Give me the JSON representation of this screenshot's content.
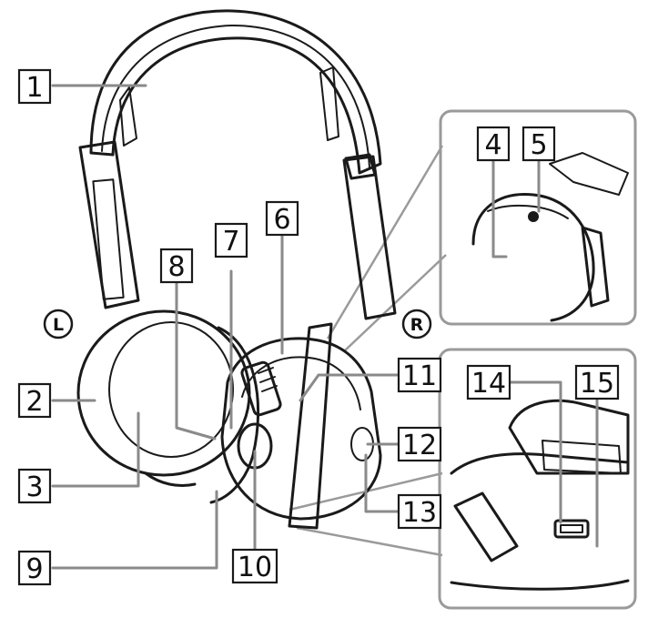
{
  "side_labels": {
    "left": "L",
    "right": "R"
  },
  "callouts": [
    "1",
    "2",
    "3",
    "4",
    "5",
    "6",
    "7",
    "8",
    "9",
    "10",
    "11",
    "12",
    "13",
    "14",
    "15"
  ],
  "palette": {
    "ink": "#1a1a1a",
    "leader": "#8a8a8a",
    "frame": "#9a9a9a",
    "background": "#ffffff"
  }
}
